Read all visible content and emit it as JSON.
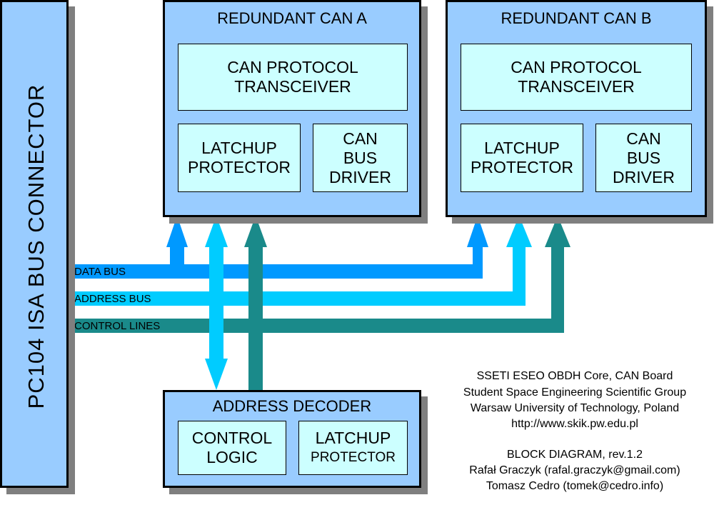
{
  "connector": {
    "label": "PC104 ISA BUS CONNECTOR"
  },
  "can_a": {
    "title": "REDUNDANT CAN A",
    "transceiver": [
      "CAN PROTOCOL",
      "TRANSCEIVER"
    ],
    "latchup": [
      "LATCHUP",
      "PROTECTOR"
    ],
    "driver": [
      "CAN",
      "BUS",
      "DRIVER"
    ]
  },
  "can_b": {
    "title": "REDUNDANT CAN B",
    "transceiver": [
      "CAN PROTOCOL",
      "TRANSCEIVER"
    ],
    "latchup": [
      "LATCHUP",
      "PROTECTOR"
    ],
    "driver": [
      "CAN",
      "BUS",
      "DRIVER"
    ]
  },
  "decoder": {
    "title": "ADDRESS DECODER",
    "control": [
      "CONTROL",
      "LOGIC"
    ],
    "latchup": [
      "LATCHUP",
      "PROTECTOR"
    ]
  },
  "buses": {
    "data": "DATA BUS",
    "address": "ADDRESS BUS",
    "control": "CONTROL LINES"
  },
  "colors": {
    "data_bus": "#0099ff",
    "address_bus": "#00ccff",
    "control_lines": "#1a8a8a",
    "block_fill": "#99ccff",
    "inner_fill": "#ccffff"
  },
  "credits": [
    "SSETI ESEO OBDH Core, CAN Board",
    "Student Space Engineering Scientific Group",
    "Warsaw University of Technology, Poland",
    "http://www.skik.pw.edu.pl",
    "BLOCK DIAGRAM, rev.1.2",
    "Rafał Graczyk (rafal.graczyk@gmail.com)",
    "Tomasz Cedro (tomek@cedro.info)"
  ]
}
